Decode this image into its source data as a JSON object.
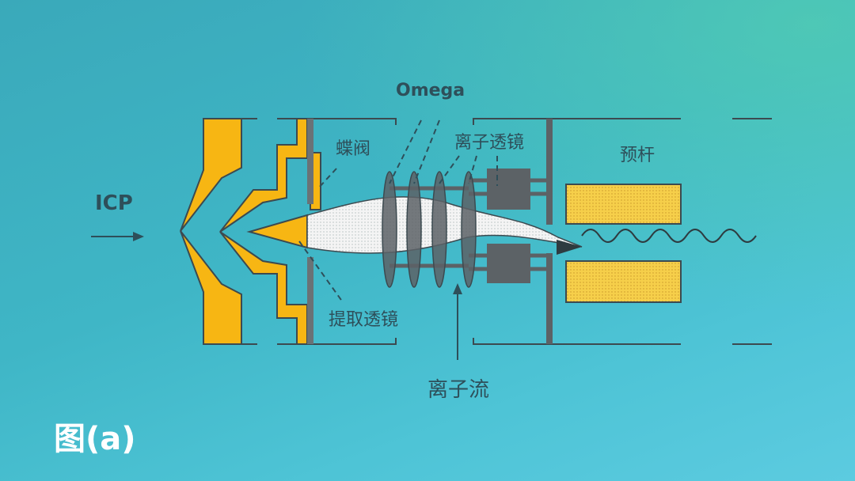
{
  "labels": {
    "icp": "ICP",
    "omega": "Omega",
    "butterfly_valve": "蝶阀",
    "ion_lens": "离子透镜",
    "prefilter": "预杆",
    "extraction_lens": "提取透镜",
    "ion_beam": "离子流",
    "figure_caption": "图(a)"
  },
  "colors": {
    "cone": "#f7b613",
    "metal": "#5c6266",
    "outline": "#3c4a50",
    "beam": "#f2f2f2"
  }
}
